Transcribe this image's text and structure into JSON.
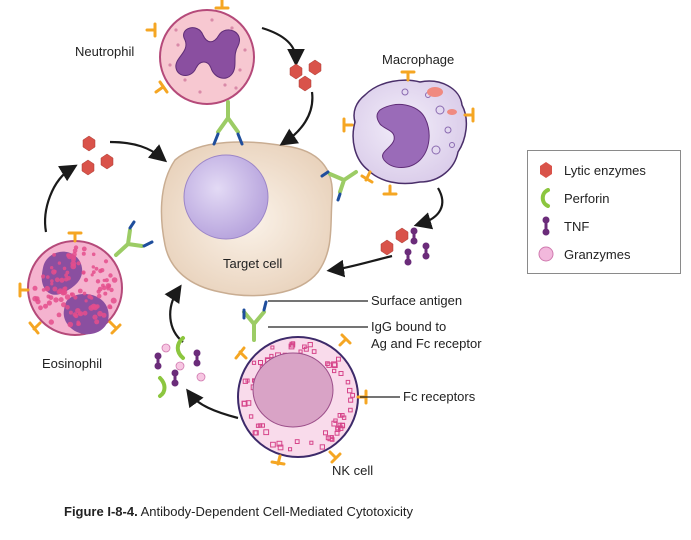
{
  "labels": {
    "neutrophil": "Neutrophil",
    "macrophage": "Macrophage",
    "eosinophil": "Eosinophil",
    "target_cell": "Target cell",
    "nk_cell": "NK cell",
    "surface_antigen": "Surface antigen",
    "igg_line1": "IgG bound to",
    "igg_line2": "Ag and Fc receptor",
    "fc_receptors": "Fc receptors"
  },
  "legend": {
    "items": [
      {
        "label": "Lytic enzymes",
        "icon": "hexagon-icon",
        "color": "#d9534a"
      },
      {
        "label": "Perforin",
        "icon": "crescent-icon",
        "color": "#8cc63f"
      },
      {
        "label": "TNF",
        "icon": "dumbbell-icon",
        "color": "#6b2c7a"
      },
      {
        "label": "Granzymes",
        "icon": "circle-icon",
        "color": "#f2b8dc"
      }
    ]
  },
  "caption": {
    "figure_number": "Figure I-8-4.",
    "title": "Antibody-Dependent Cell-Mediated Cytotoxicity"
  },
  "colors": {
    "receptor_orange": "#f5a623",
    "antibody_green": "#9ccc65",
    "antigen_blue": "#1f4e9c",
    "target_fill": "#f1e3d3",
    "target_nucleus": "#c8b8e6",
    "neutrophil_fill": "#f7c8d1",
    "macrophage_fill": "#e8dff2",
    "eosinophil_fill": "#e98fb8",
    "nk_fill": "#f7d9ea",
    "nucleus_purple": "#8a5aa8"
  }
}
